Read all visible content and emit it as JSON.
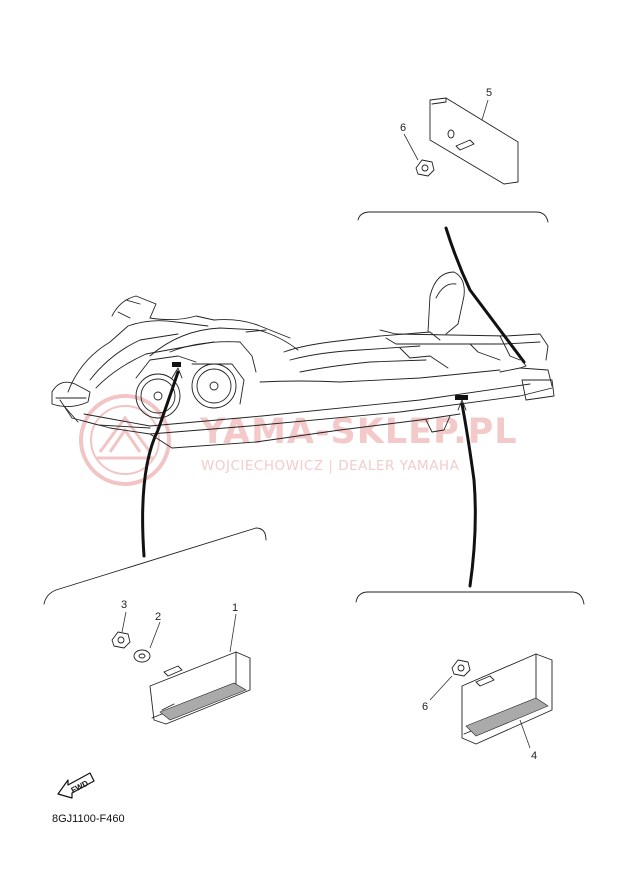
{
  "watermark": {
    "title": "YAMA-SKLEP.PL",
    "subtitle": "WOJCIECHOWICZ | DEALER YAMAHA"
  },
  "callouts": {
    "c1": "1",
    "c2": "2",
    "c3": "3",
    "c4": "4",
    "c5": "5",
    "c6_top": "6",
    "c6_right": "6"
  },
  "fwd_label": "FWD",
  "diagram_code": "8GJ1100-F460"
}
